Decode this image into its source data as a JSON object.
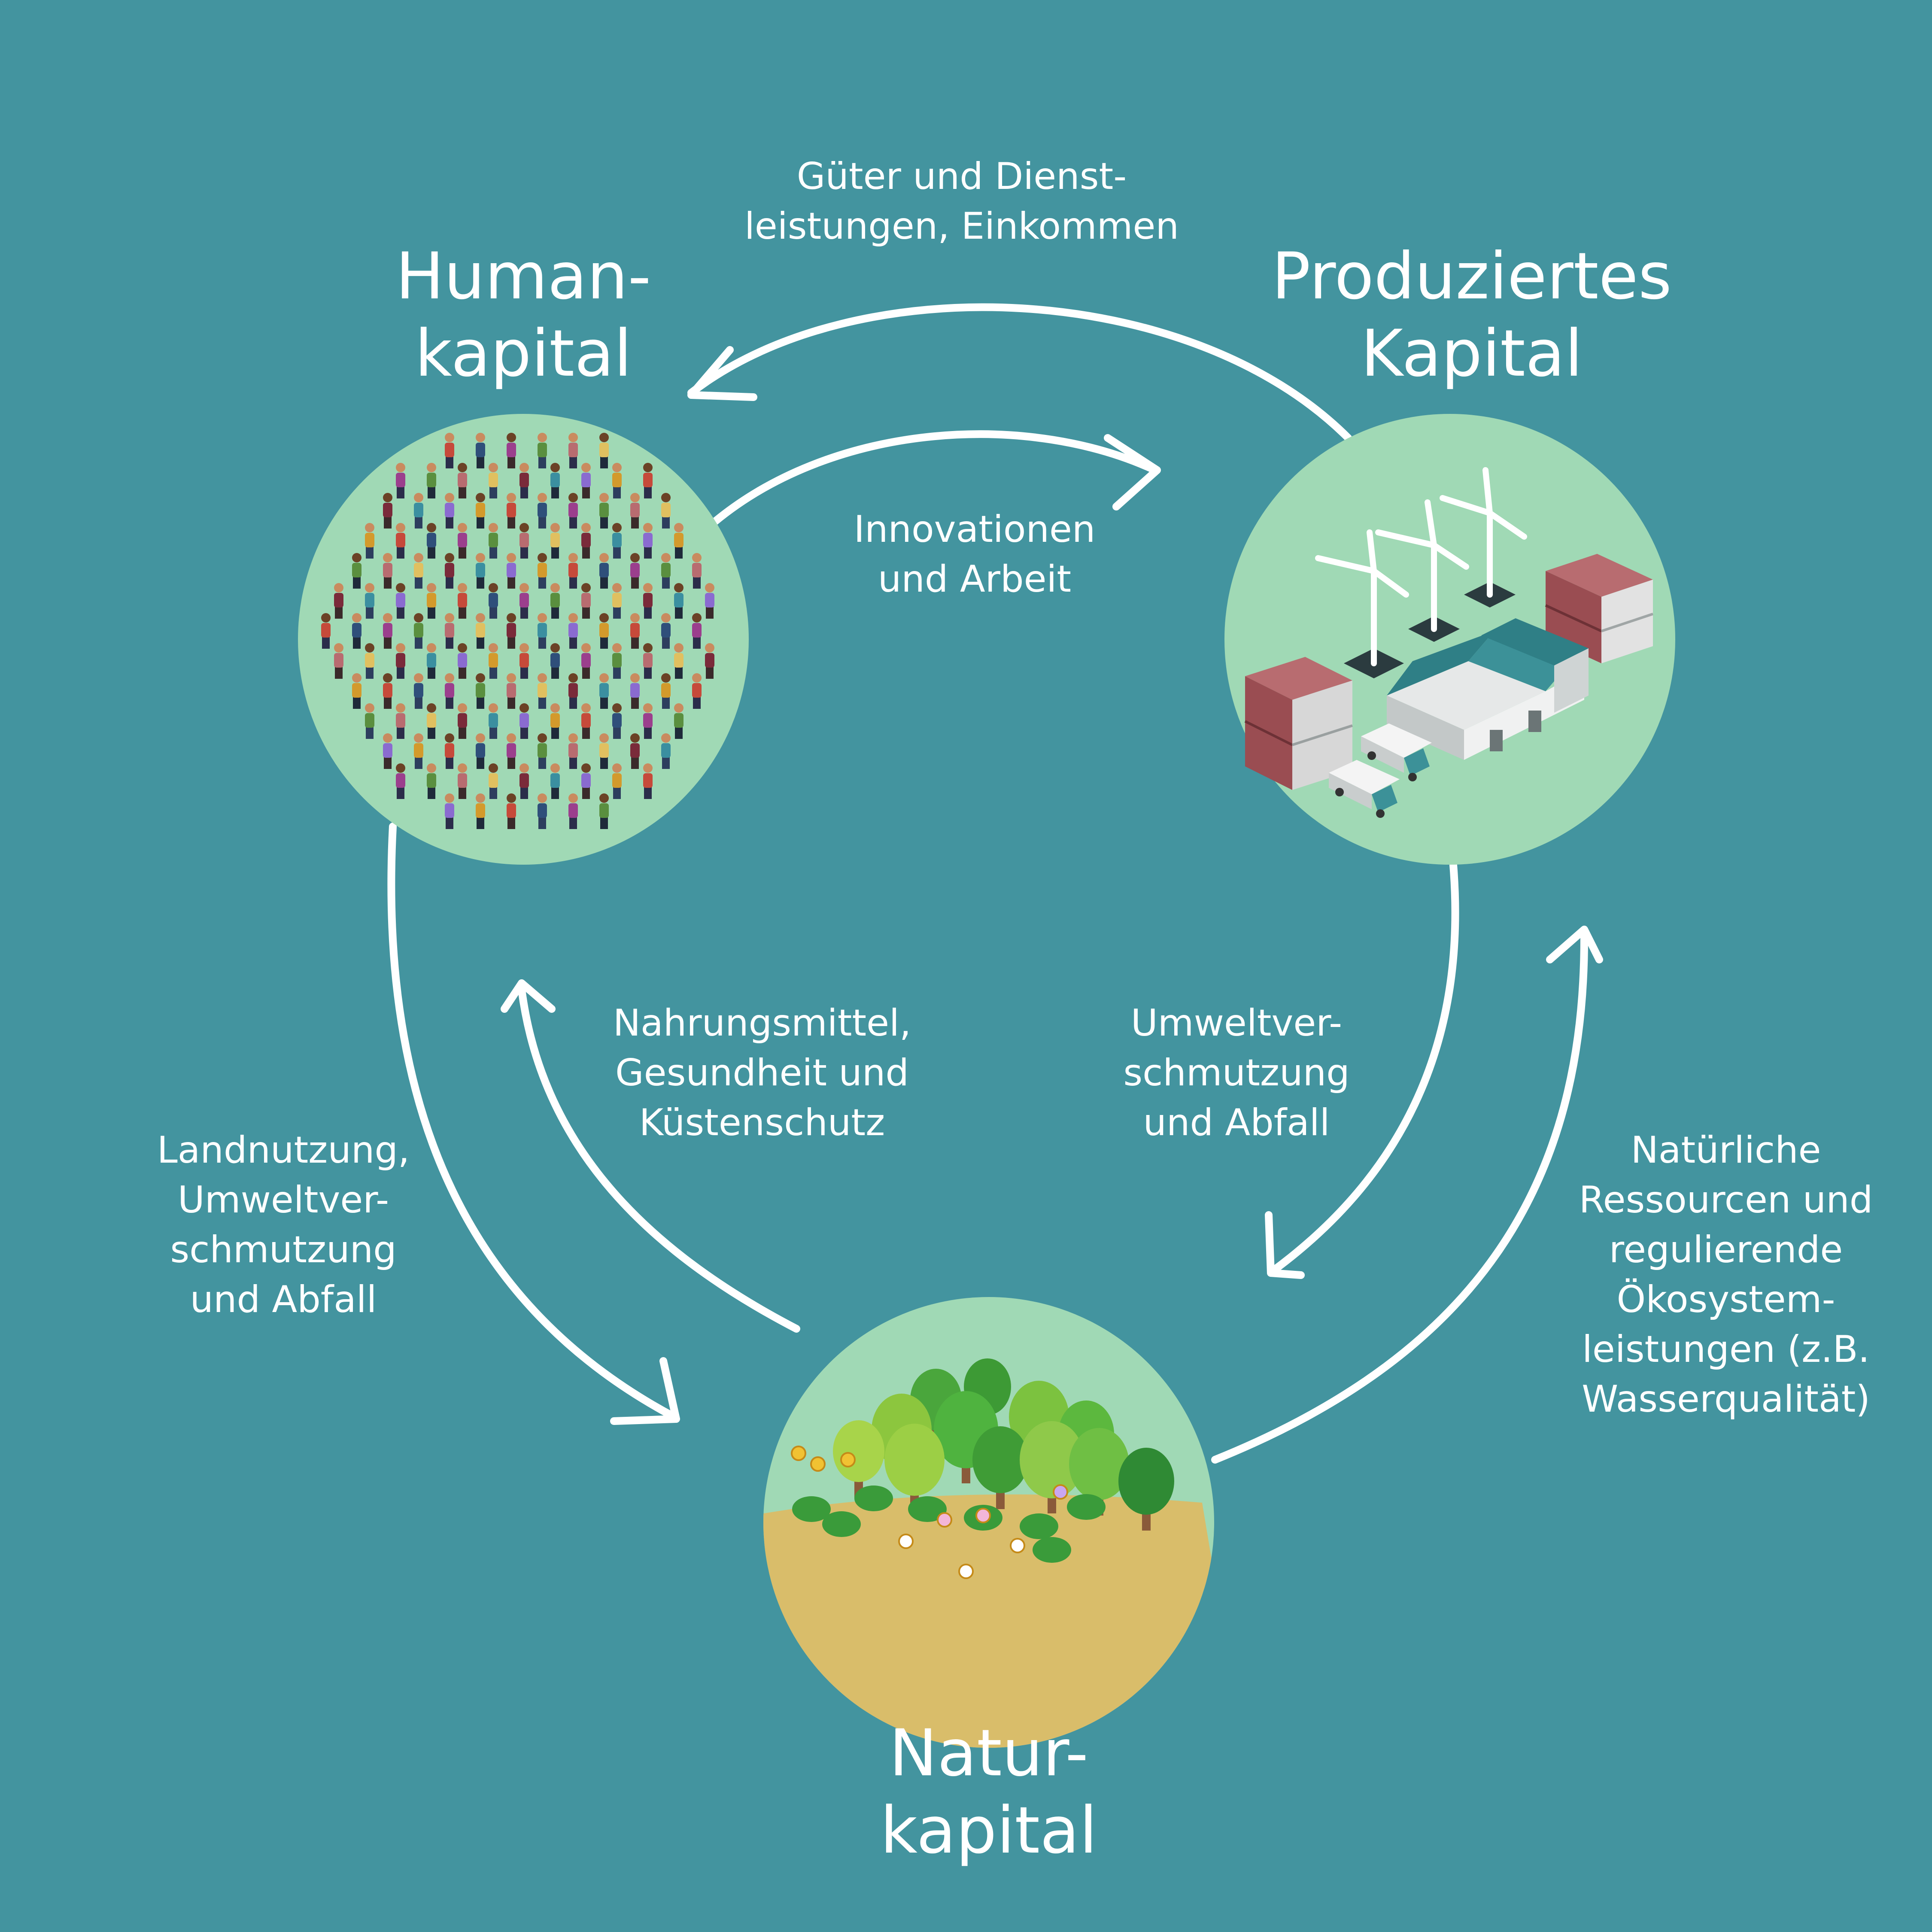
{
  "colors": {
    "background": "#43949f",
    "circle": "#a0d9b5",
    "text": "#ffffff",
    "arrow": "#ffffff",
    "soil": "#d9bd6a",
    "teal_roof": "#2f7f86",
    "container_red": "#a85a5e"
  },
  "nodes": {
    "human": {
      "line1": "Human-",
      "line2": "kapital",
      "image": "crowd-of-people"
    },
    "produced": {
      "line1": "Produziertes",
      "line2": "Kapital",
      "image": "factory-wind-turbines-containers-trucks"
    },
    "natural": {
      "line1": "Natur-",
      "line2": "kapital",
      "image": "trees-flowers-soil"
    }
  },
  "flows": {
    "goods": {
      "line1": "Güter und Dienst-",
      "line2": "leistungen, Einkommen"
    },
    "innovation": {
      "line1": "Innovationen",
      "line2": "und Arbeit"
    },
    "food": {
      "line1": "Nahrungsmittel,",
      "line2": "Gesundheit und",
      "line3": "Küstenschutz"
    },
    "pollution_produced": {
      "line1": "Umweltver-",
      "line2": "schmutzung",
      "line3": "und Abfall"
    },
    "landuse": {
      "line1": "Landnutzung,",
      "line2": "Umweltver-",
      "line3": "schmutzung",
      "line4": "und Abfall"
    },
    "resources": {
      "line1": "Natürliche",
      "line2": "Ressourcen und",
      "line3": "regulierende",
      "line4": "Ökosystem-",
      "line5": "leistungen (z.B.",
      "line6": "Wasserqualität)"
    }
  }
}
